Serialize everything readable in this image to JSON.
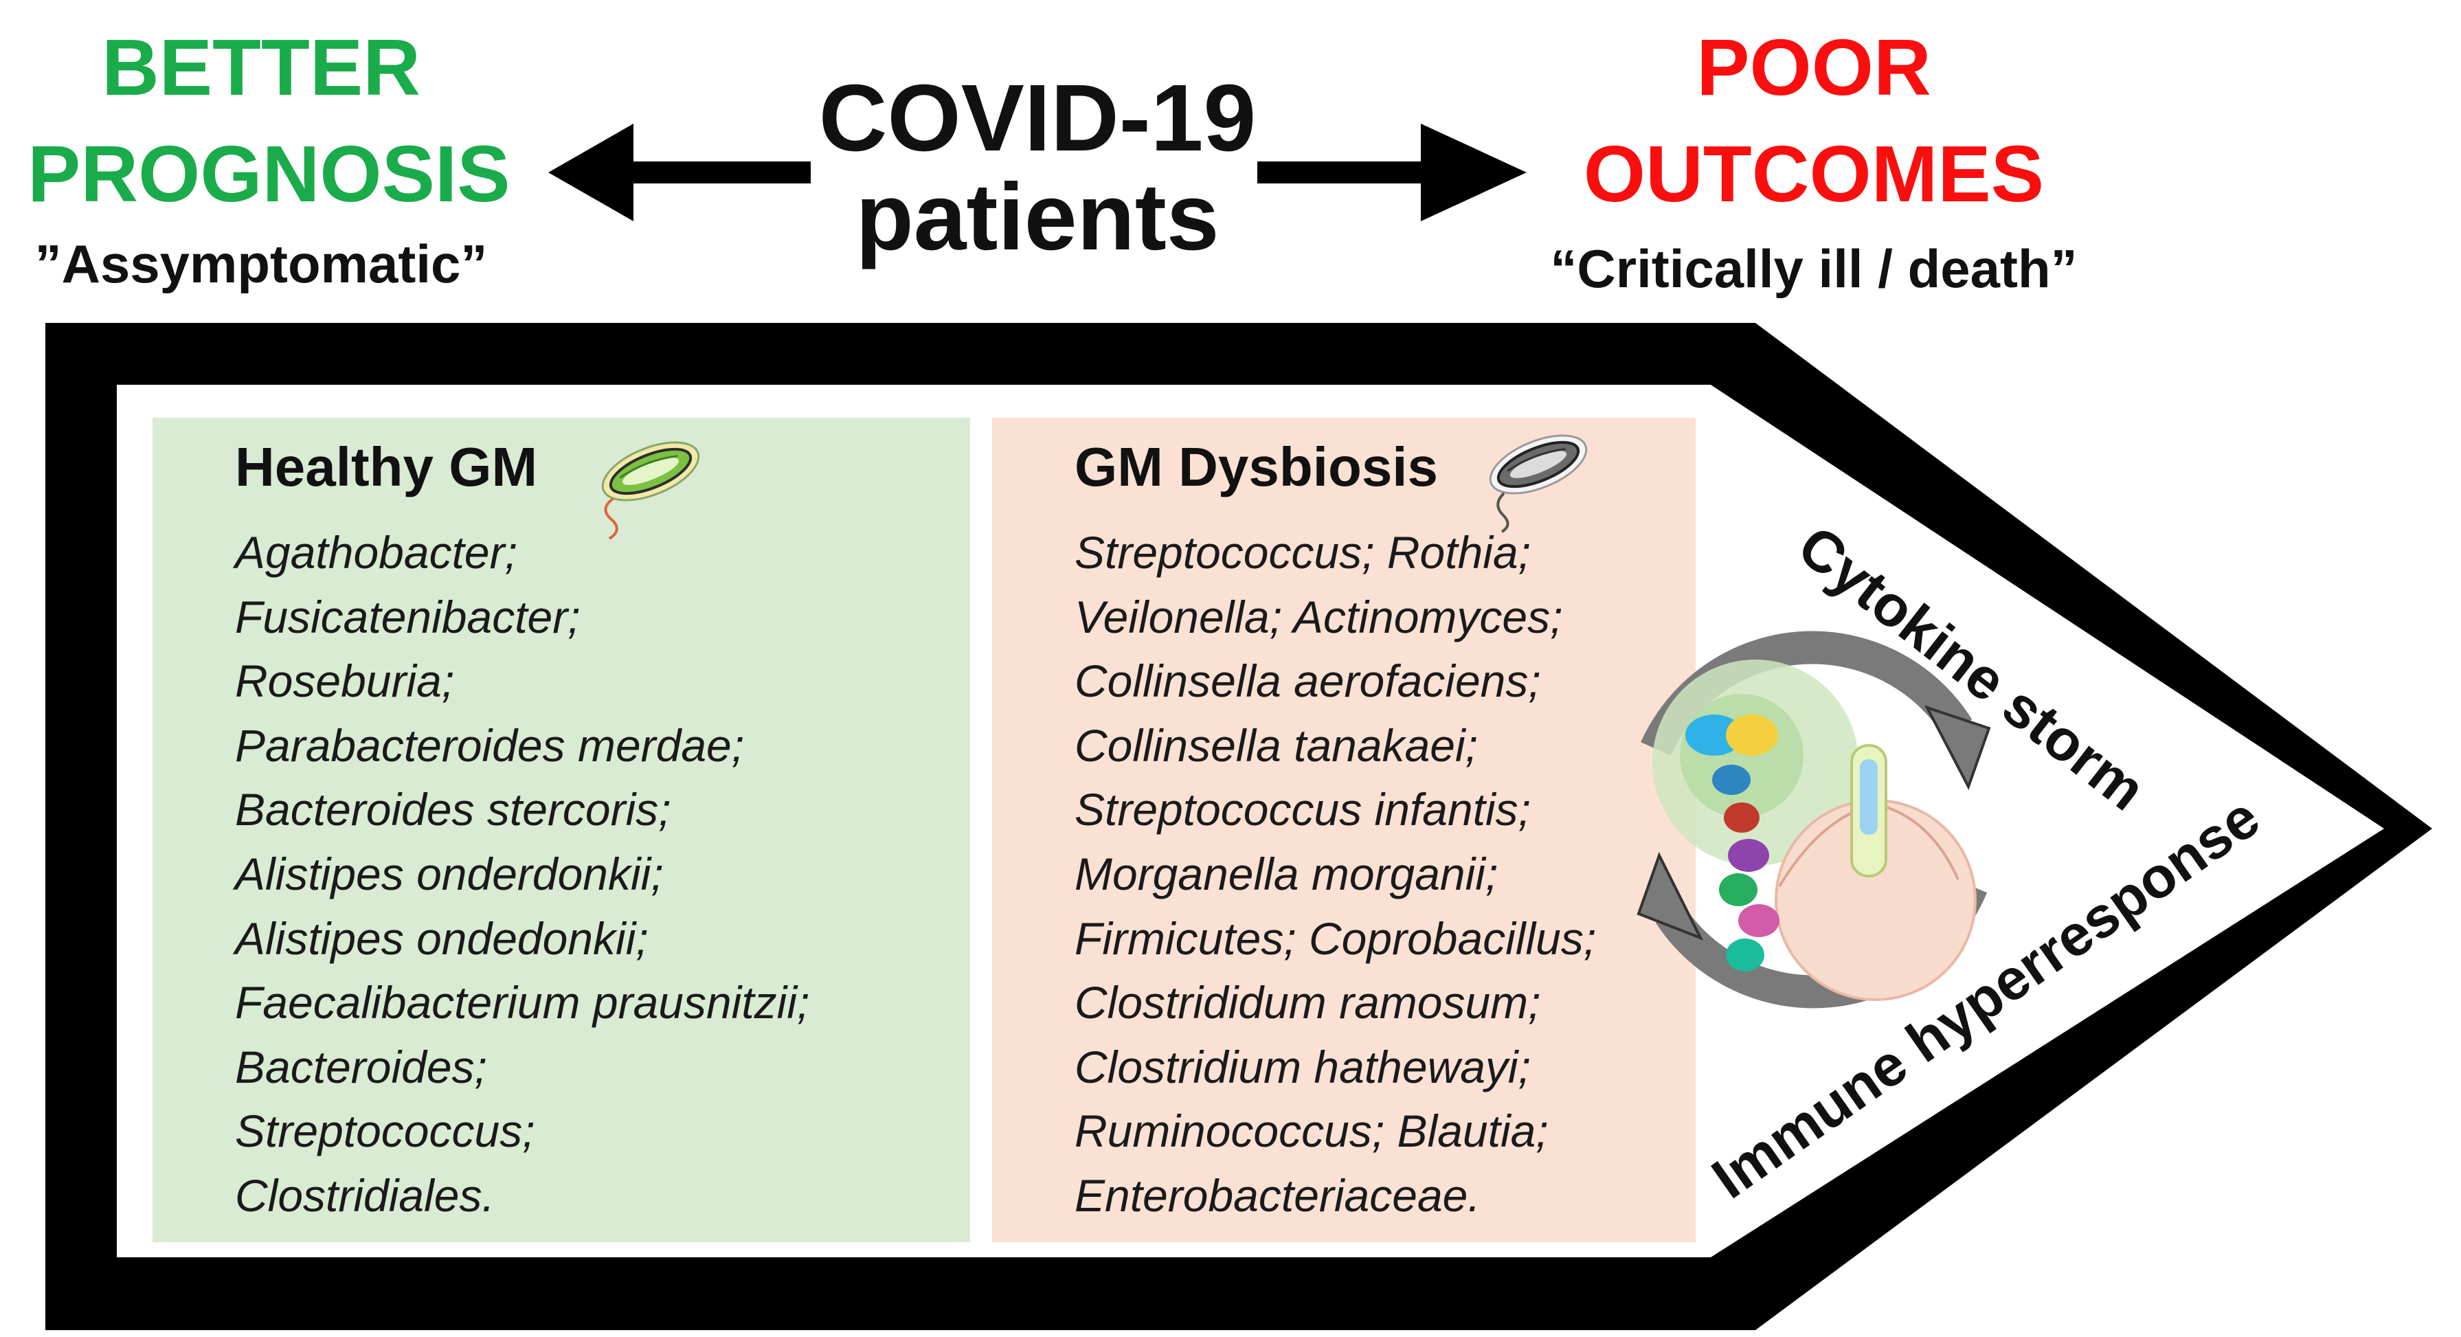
{
  "header": {
    "better": {
      "line1": "BETTER",
      "line2": "PROGNOSIS",
      "subtitle": "”Assymptomatic”"
    },
    "center": {
      "line1": "COVID-19",
      "line2": "patients"
    },
    "poor": {
      "line1": "POOR",
      "line2": "OUTCOMES",
      "subtitle": "“Critically  ill / death”"
    }
  },
  "healthy": {
    "title": "Healthy GM",
    "items": [
      "Agathobacter;",
      "Fusicatenibacter;",
      "Roseburia;",
      "Parabacteroides merdae;",
      "Bacteroides stercoris;",
      "Alistipes onderdonkii;",
      "Alistipes ondedonkii;",
      "Faecalibacterium prausnitzii;",
      "Bacteroides;",
      "Streptococcus;",
      "Clostridiales."
    ]
  },
  "dysbiosis": {
    "title": "GM Dysbiosis",
    "items": [
      "Streptococcus; Rothia;",
      "Veilonella; Actinomyces;",
      "Collinsella aerofaciens;",
      "Collinsella tanakaei;",
      "Streptococcus infantis;",
      "Morganella morganii;",
      "Firmicutes; Coprobacillus;",
      "Clostrididum ramosum;",
      "Clostridium hathewayi;",
      "Ruminococcus; Blautia;",
      "Enterobacteriaceae."
    ]
  },
  "arrow_labels": {
    "storm": "Cytokine storm",
    "immune": "Immune hyperresponse"
  },
  "icons": {
    "healthy_bacterium": "green-bacterium-icon",
    "dysbiosis_bacterium": "gray-bacterium-icon",
    "immune_cells": "immune-cells-icon",
    "cycle": "cycle-arrows-icon"
  },
  "colors": {
    "better": "#1aab4b",
    "poor": "#fb0e0e",
    "healthy_panel": "#d9ebd3",
    "dysbiosis_panel": "#fbe1d4"
  }
}
